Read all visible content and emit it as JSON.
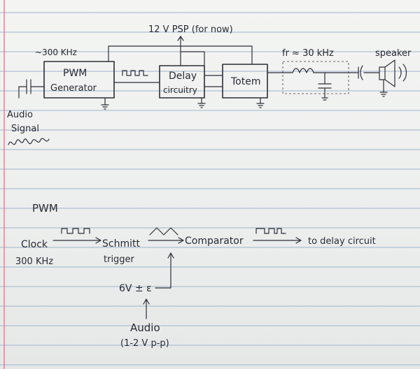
{
  "diagram_top": {
    "supply_label": "12 V PSP (for now)",
    "freq_label": "~300 KHz",
    "pwm_box_label_1": "PWM",
    "pwm_box_label_2": "Generator",
    "delay_box_label_1": "Delay",
    "delay_box_label_2": "circuitry",
    "totem_label": "Totem",
    "filter_label": "fr ≈ 30 kHz",
    "speaker_label": "speaker",
    "audio_label_1": "Audio",
    "audio_label_2": "Signal"
  },
  "diagram_pwm": {
    "heading": "PWM",
    "clock_label": "Clock",
    "clock_freq": "300 KHz",
    "schmitt_label_1": "Schmitt",
    "schmitt_label_2": "trigger",
    "comparator_label": "Comparator",
    "to_delay_label": "to delay circuit",
    "bias_label": "6V ± ε",
    "audio_in_label_1": "Audio",
    "audio_in_label_2": "(1-2 V p-p)"
  }
}
